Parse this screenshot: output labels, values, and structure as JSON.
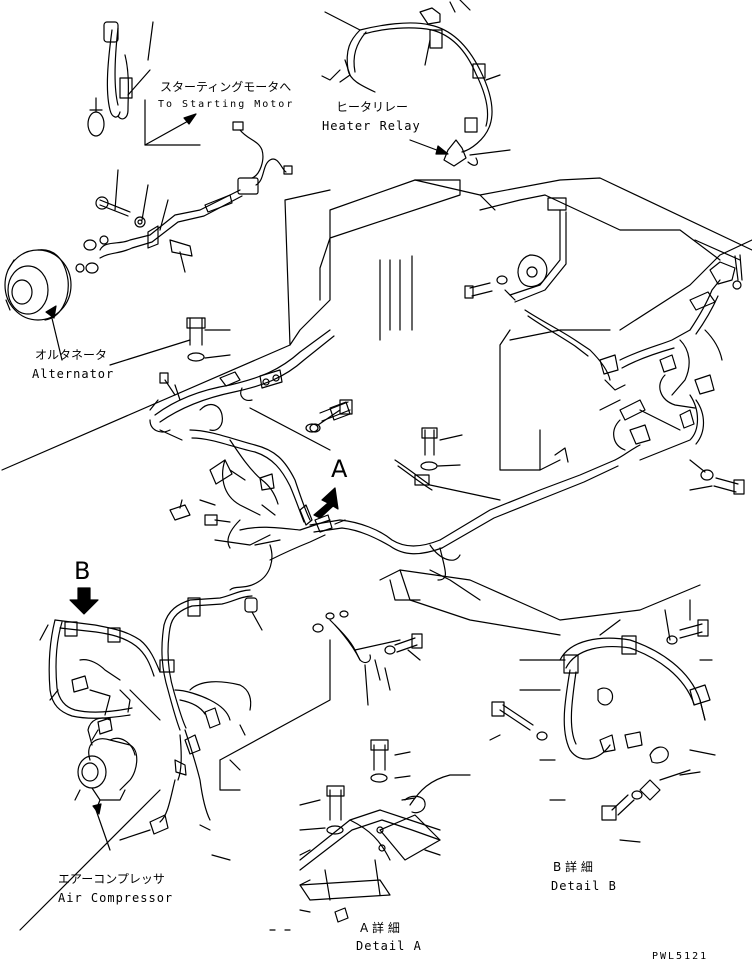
{
  "labels": {
    "starting_motor_jp": "スターティングモータへ",
    "starting_motor_en": "To Starting Motor",
    "heater_relay_jp": "ヒータリレー",
    "heater_relay_en": "Heater Relay",
    "alternator_jp": "オルタネータ",
    "alternator_en": "Alternator",
    "air_compressor_jp": "エアーコンプレッサ",
    "air_compressor_en": "Air Compressor",
    "view_a": "A",
    "view_b": "B",
    "detail_a_jp": "A 詳 細",
    "detail_a_en": "Detail A",
    "detail_b_jp": "B 詳 細",
    "detail_b_en": "Detail B",
    "drawing_code": "PWL5121"
  },
  "colors": {
    "line": "#000000",
    "background": "#ffffff"
  }
}
